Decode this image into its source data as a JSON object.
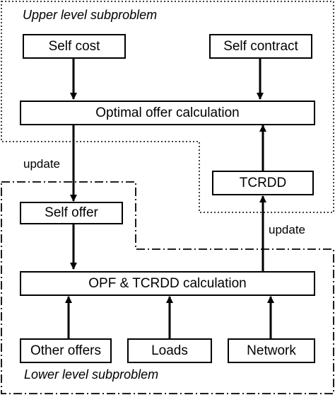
{
  "diagram": {
    "regions": {
      "upper": {
        "label": "Upper level subproblem",
        "border": "dotted"
      },
      "lower": {
        "label": "Lower level subproblem",
        "border": "dash-dot"
      }
    },
    "nodes": {
      "self_cost": "Self cost",
      "self_contract": "Self contract",
      "optimal_offer": "Optimal offer calculation",
      "tcrdd": "TCRDD",
      "self_offer": "Self offer",
      "opf_tcrdd": "OPF & TCRDD calculation",
      "other_offers": "Other offers",
      "loads": "Loads",
      "network": "Network"
    },
    "edge_labels": {
      "update_left": "update",
      "update_right": "update"
    },
    "edges": [
      {
        "from": "self_cost",
        "to": "optimal_offer"
      },
      {
        "from": "self_contract",
        "to": "optimal_offer"
      },
      {
        "from": "optimal_offer",
        "to": "self_offer",
        "label": "update"
      },
      {
        "from": "self_offer",
        "to": "opf_tcrdd"
      },
      {
        "from": "other_offers",
        "to": "opf_tcrdd"
      },
      {
        "from": "loads",
        "to": "opf_tcrdd"
      },
      {
        "from": "network",
        "to": "opf_tcrdd"
      },
      {
        "from": "opf_tcrdd",
        "to": "tcrdd",
        "label": "update"
      },
      {
        "from": "tcrdd",
        "to": "optimal_offer"
      }
    ],
    "colors": {
      "line": "#000000",
      "box_fill": "#ffffff",
      "background": "#ffffff"
    }
  }
}
